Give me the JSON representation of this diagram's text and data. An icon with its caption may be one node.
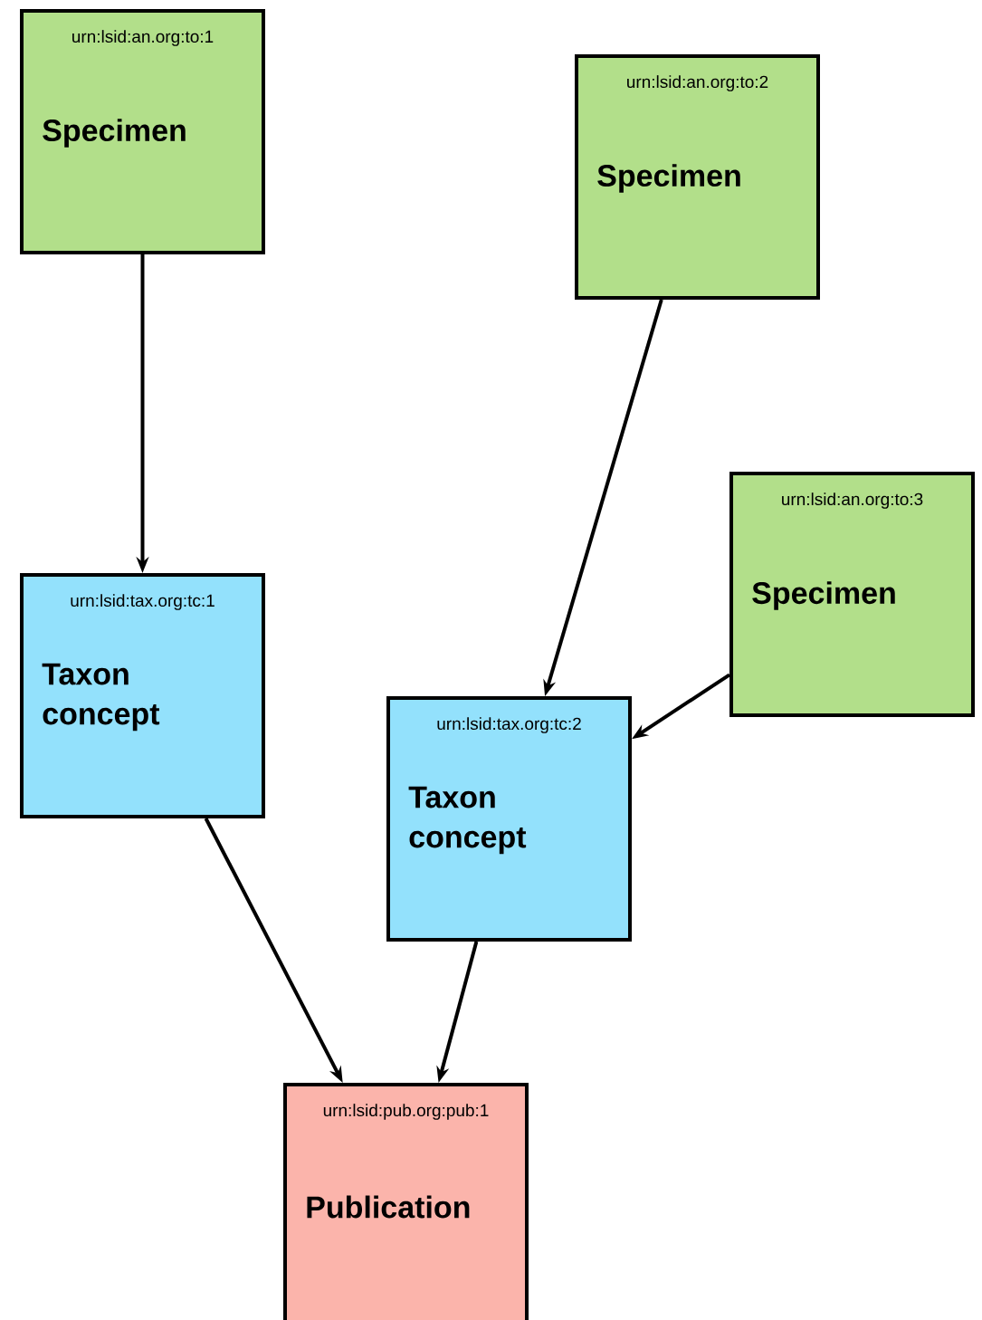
{
  "diagram": {
    "nodes": [
      {
        "text": [
          "urn:lsid:an.org:to:1",
          "Specimen"
        ]
      },
      {
        "text": [
          "urn:lsid:an.org:to:2",
          "Specimen"
        ]
      },
      {
        "text": [
          "urn:lsid:an.org:to:3",
          "Specimen"
        ]
      },
      {
        "text": [
          "urn:lsid:tax.org:tc:1",
          "Taxon concept"
        ]
      },
      {
        "text": [
          "urn:lsid:tax.org:tc:2",
          "Taxon concept"
        ]
      },
      {
        "text": [
          "urn:lsid:pub.org:pub:1",
          "Publication"
        ]
      }
    ],
    "edges": [
      {
        "from": 0,
        "to": 3,
        "arrow": "to"
      },
      {
        "from": 1,
        "to": 4,
        "arrow": "to"
      },
      {
        "from": 2,
        "to": 4,
        "arrow": "to"
      },
      {
        "from": 3,
        "to": 5,
        "arrow": "to"
      },
      {
        "from": 4,
        "to": 5,
        "arrow": "to"
      }
    ]
  }
}
